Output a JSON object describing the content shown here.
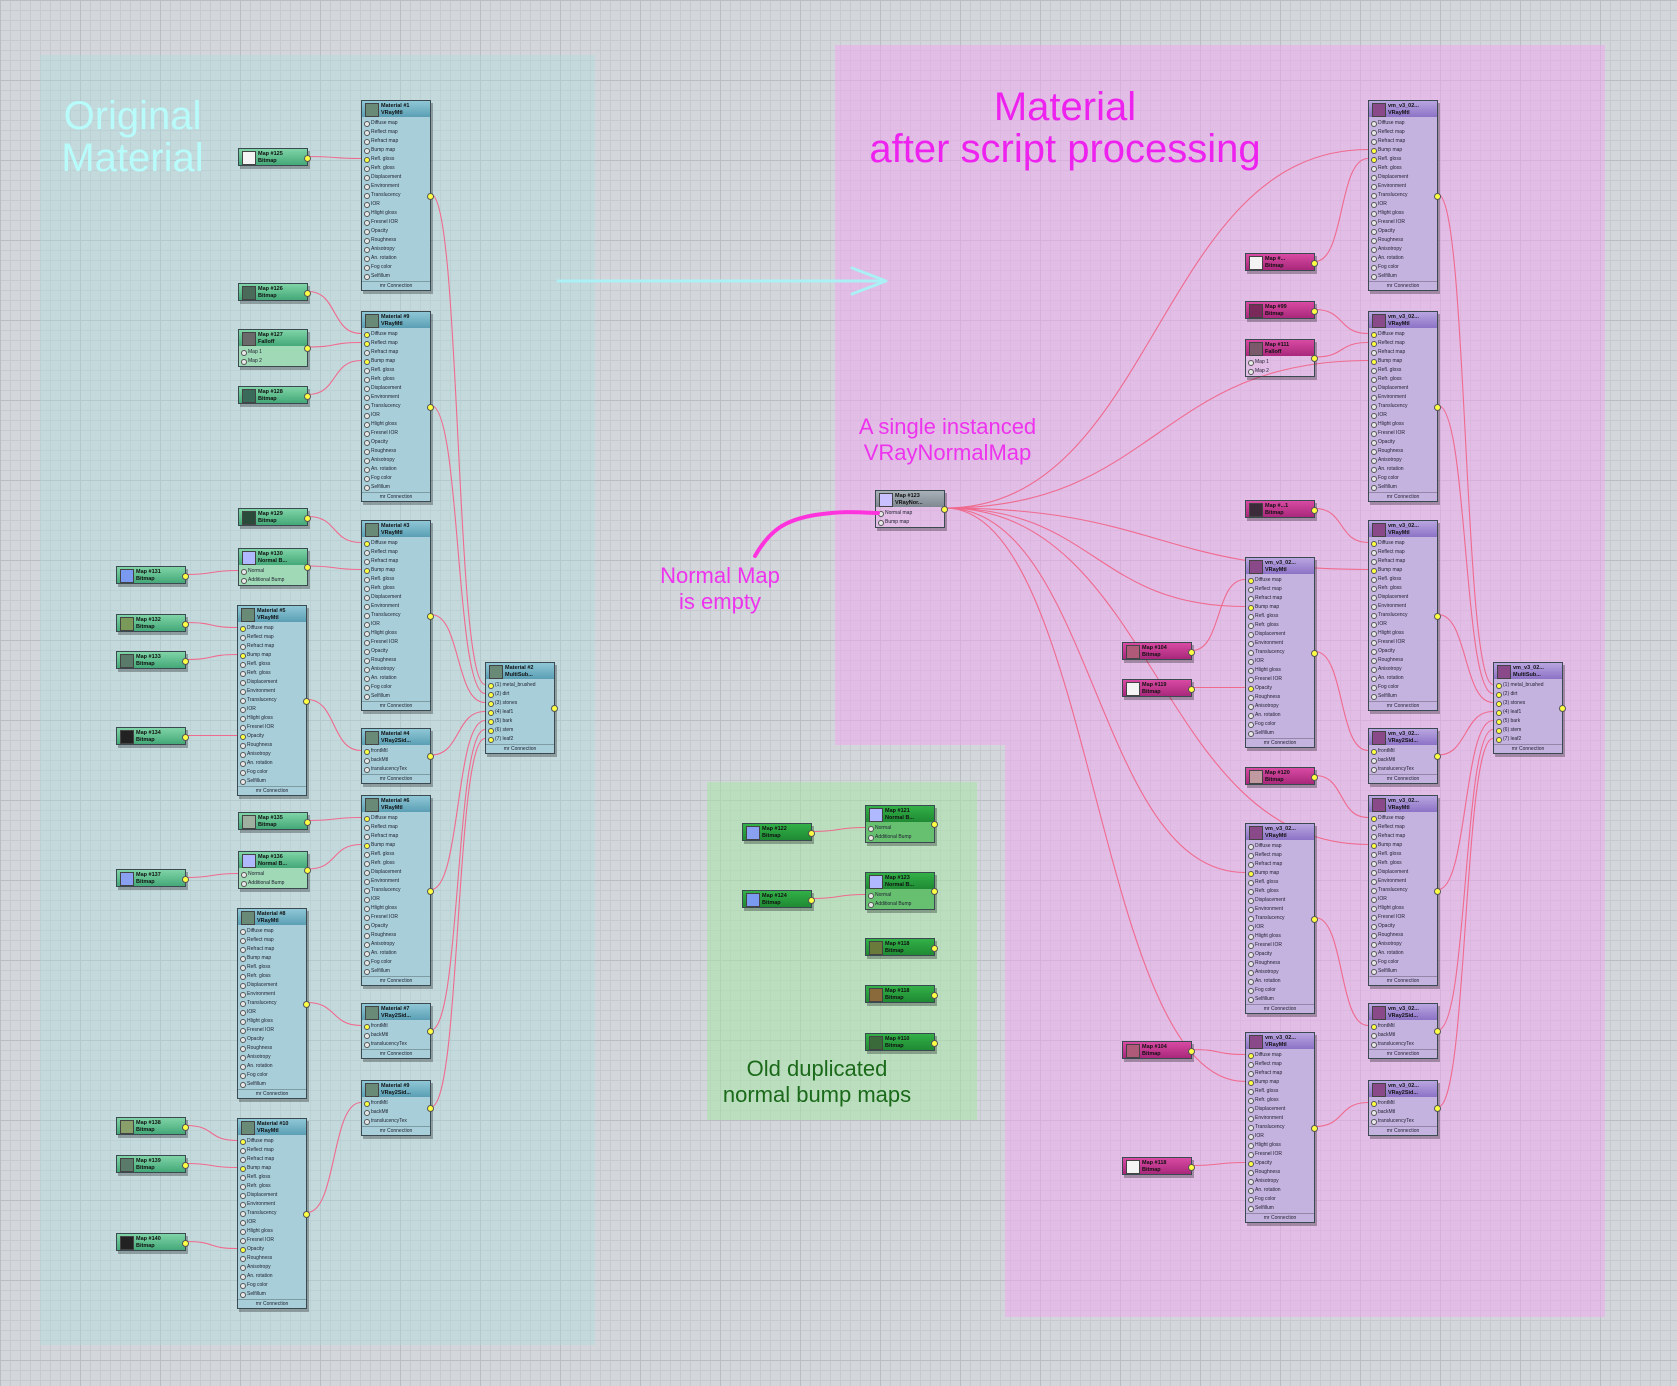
{
  "labels": {
    "original": "Original\nMaterial",
    "processed": "Material\nafter script processing",
    "single_map": "A single instanced\nVRayNormalMap",
    "normal_empty": "Normal Map\nis empty",
    "old_maps": "Old duplicated\nnormal bump maps"
  },
  "vray_slots": [
    "Diffuse map",
    "Reflect map",
    "Refract map",
    "Bump map",
    "Refl. gloss",
    "Refr. gloss",
    "Displacement",
    "Environment",
    "Translucency",
    "IOR",
    "Hlight gloss",
    "Fresnel IOR",
    "Opacity",
    "Roughness",
    "Anisotropy",
    "An. rotation",
    "Fog color",
    "Selfillum"
  ],
  "twosided_slots": [
    "frontMtl",
    "backMtl",
    "translucencyTex"
  ],
  "multi_slots": [
    "(1) metal_brushed",
    "(2) dirt",
    "(3) stones",
    "(4) leaf1",
    "(5) bark",
    "(6) stem",
    "(7) leaf2"
  ],
  "connection_label": "mr Connection",
  "colors": {
    "wire": "#f06a8e",
    "arrow": "#aaf0f4",
    "pink_stroke": "#ff33dd",
    "title_cyan": "#b8fbfb",
    "title_magenta": "#ee22ee",
    "label_green": "#1a6a1a"
  },
  "original_nodes": [
    {
      "type": "vray",
      "theme": "teal",
      "name": "Material #1",
      "cls": "VRayMtl",
      "thumb": "#6a8a78",
      "on": [
        4
      ]
    },
    {
      "type": "vray",
      "theme": "teal",
      "name": "Material #9",
      "cls": "VRayMtl",
      "thumb": "#6a8a78",
      "on": [
        0,
        1,
        3
      ]
    },
    {
      "type": "vray",
      "theme": "teal",
      "name": "Material #3",
      "cls": "VRayMtl",
      "thumb": "#6a8a78",
      "on": [
        0,
        3
      ]
    },
    {
      "type": "vray",
      "theme": "teal",
      "name": "Material #5",
      "cls": "VRayMtl",
      "thumb": "#6a8a78",
      "on": [
        0,
        3,
        12
      ]
    },
    {
      "type": "twosided",
      "theme": "teal",
      "name": "Material #4",
      "cls": "VRay2Sid...",
      "thumb": "#6a8a78",
      "on": [
        0
      ]
    },
    {
      "type": "vray",
      "theme": "teal",
      "name": "Material #6",
      "cls": "VRayMtl",
      "thumb": "#6a8a78",
      "on": [
        0,
        3
      ]
    },
    {
      "type": "vray",
      "theme": "teal",
      "name": "Material #8",
      "cls": "VRayMtl",
      "thumb": "#6a8a78",
      "on": []
    },
    {
      "type": "twosided",
      "theme": "teal",
      "name": "Material #7",
      "cls": "VRay2Sid...",
      "thumb": "#6a8a78",
      "on": [
        0
      ]
    },
    {
      "type": "twosided",
      "theme": "teal",
      "name": "Material #9",
      "cls": "VRay2Sid...",
      "thumb": "#6a8a78",
      "on": [
        0
      ]
    },
    {
      "type": "vray",
      "theme": "teal",
      "name": "Material #10",
      "cls": "VRayMtl",
      "thumb": "#6a8a78",
      "on": [
        0,
        3,
        12
      ]
    },
    {
      "type": "multi",
      "theme": "teal",
      "name": "Material #2",
      "cls": "MultiSub...",
      "thumb": "#6a8a78",
      "on": [
        0,
        1,
        2,
        3,
        4,
        5,
        6
      ]
    },
    {
      "type": "map",
      "theme": "green",
      "name": "Map #125",
      "cls": "Bitmap",
      "thumb": "#f4f4f4"
    },
    {
      "type": "map",
      "theme": "green",
      "name": "Map #126",
      "cls": "Bitmap",
      "thumb": "#4a6a5a"
    },
    {
      "type": "falloff",
      "theme": "green",
      "name": "Map #127",
      "cls": "Falloff",
      "thumb": "#6a6a6a",
      "slots": [
        "Map 1",
        "Map 2"
      ]
    },
    {
      "type": "map",
      "theme": "green",
      "name": "Map #128",
      "cls": "Bitmap",
      "thumb": "#3a6a5a"
    },
    {
      "type": "map",
      "theme": "green",
      "name": "Map #129",
      "cls": "Bitmap",
      "thumb": "#2a4a3a"
    },
    {
      "type": "normal",
      "theme": "green",
      "name": "Map #130",
      "cls": "Normal B...",
      "thumb": "#b0b8ff",
      "slots": [
        "Normal",
        "Additional Bump"
      ]
    },
    {
      "type": "map",
      "theme": "green",
      "name": "Map #131",
      "cls": "Bitmap",
      "thumb": "#7a9af0"
    },
    {
      "type": "map",
      "theme": "green",
      "name": "Map #132",
      "cls": "Bitmap",
      "thumb": "#7a9a5a"
    },
    {
      "type": "map",
      "theme": "green",
      "name": "Map #133",
      "cls": "Bitmap",
      "thumb": "#5a7a6a"
    },
    {
      "type": "map",
      "theme": "green",
      "name": "Map #134",
      "cls": "Bitmap",
      "thumb": "#222222"
    },
    {
      "type": "map",
      "theme": "green",
      "name": "Map #135",
      "cls": "Bitmap",
      "thumb": "#a0b0a0"
    },
    {
      "type": "normal",
      "theme": "green",
      "name": "Map #136",
      "cls": "Normal B...",
      "thumb": "#b0b8ff",
      "slots": [
        "Normal",
        "Additional Bump"
      ]
    },
    {
      "type": "map",
      "theme": "green",
      "name": "Map #137",
      "cls": "Bitmap",
      "thumb": "#8aa0f0"
    },
    {
      "type": "map",
      "theme": "green",
      "name": "Map #138",
      "cls": "Bitmap",
      "thumb": "#8aa06a"
    },
    {
      "type": "map",
      "theme": "green",
      "name": "Map #139",
      "cls": "Bitmap",
      "thumb": "#5a7a6a"
    },
    {
      "type": "map",
      "theme": "green",
      "name": "Map #140",
      "cls": "Bitmap",
      "thumb": "#222222"
    }
  ],
  "processed_nodes": [
    {
      "type": "vray",
      "theme": "violet",
      "name": "vm_v3_02...",
      "cls": "VRayMtl",
      "thumb": "#8a4a8a",
      "on": [
        3,
        4
      ]
    },
    {
      "type": "vray",
      "theme": "violet",
      "name": "vm_v3_02...",
      "cls": "VRayMtl",
      "thumb": "#8a4a8a",
      "on": [
        0,
        1,
        3
      ]
    },
    {
      "type": "vray",
      "theme": "violet",
      "name": "vm_v3_02...",
      "cls": "VRayMtl",
      "thumb": "#8a4a8a",
      "on": [
        0,
        3
      ]
    },
    {
      "type": "vray",
      "theme": "violet",
      "name": "vm_v3_02...",
      "cls": "VRayMtl",
      "thumb": "#8a4a8a",
      "on": [
        0,
        3,
        12
      ]
    },
    {
      "type": "twosided",
      "theme": "violet",
      "name": "vm_v3_02...",
      "cls": "VRay2Sid...",
      "thumb": "#8a4a8a",
      "on": [
        0
      ]
    },
    {
      "type": "vray",
      "theme": "violet",
      "name": "vm_v3_02...",
      "cls": "VRayMtl",
      "thumb": "#8a4a8a",
      "on": [
        0,
        3
      ]
    },
    {
      "type": "vray",
      "theme": "violet",
      "name": "vm_v3_02...",
      "cls": "VRayMtl",
      "thumb": "#8a4a8a",
      "on": [
        3
      ]
    },
    {
      "type": "twosided",
      "theme": "violet",
      "name": "vm_v3_02...",
      "cls": "VRay2Sid...",
      "thumb": "#8a4a8a",
      "on": [
        0
      ]
    },
    {
      "type": "twosided",
      "theme": "violet",
      "name": "vm_v3_02...",
      "cls": "VRay2Sid...",
      "thumb": "#8a4a8a",
      "on": [
        0
      ]
    },
    {
      "type": "vray",
      "theme": "violet",
      "name": "vm_v3_02...",
      "cls": "VRayMtl",
      "thumb": "#8a4a8a",
      "on": [
        0,
        3,
        12
      ]
    },
    {
      "type": "multi",
      "theme": "violet",
      "name": "vm_v3_02...",
      "cls": "MultiSub...",
      "thumb": "#8a4a8a",
      "on": [
        0,
        1,
        2,
        3,
        4,
        5,
        6
      ]
    },
    {
      "type": "map",
      "theme": "magenta",
      "name": "Map #...",
      "cls": "Bitmap",
      "thumb": "#f4f4f4"
    },
    {
      "type": "map",
      "theme": "magenta",
      "name": "Map #99",
      "cls": "Bitmap",
      "thumb": "#7a2a5a"
    },
    {
      "type": "falloff",
      "theme": "magenta",
      "name": "Map #111",
      "cls": "Falloff",
      "thumb": "#7a5a6a",
      "slots": [
        "Map 1",
        "Map 2"
      ]
    },
    {
      "type": "map",
      "theme": "magenta",
      "name": "Map #...1",
      "cls": "Bitmap",
      "thumb": "#3a2a3a"
    },
    {
      "type": "map",
      "theme": "magenta",
      "name": "Map #104",
      "cls": "Bitmap",
      "thumb": "#b05a7a"
    },
    {
      "type": "map",
      "theme": "magenta",
      "name": "Map #119",
      "cls": "Bitmap",
      "thumb": "#f4f4f4"
    },
    {
      "type": "map",
      "theme": "magenta",
      "name": "Map #120",
      "cls": "Bitmap",
      "thumb": "#c09aa0"
    },
    {
      "type": "map",
      "theme": "magenta",
      "name": "Map #104",
      "cls": "Bitmap",
      "thumb": "#b05a7a"
    },
    {
      "type": "map",
      "theme": "magenta",
      "name": "Map #118",
      "cls": "Bitmap",
      "thumb": "#f4f4f4"
    },
    {
      "type": "normal",
      "theme": "gray",
      "name": "Map #123",
      "cls": "VRayNor...",
      "thumb": "#c8c0ff",
      "slots": [
        "Normal map",
        "Bump map"
      ]
    }
  ],
  "old_nodes": [
    {
      "type": "map",
      "theme": "dkgreen",
      "name": "Map #122",
      "cls": "Bitmap",
      "thumb": "#8aa0f0"
    },
    {
      "type": "normal",
      "theme": "dkgreen",
      "name": "Map #121",
      "cls": "Normal B...",
      "thumb": "#b0b8ff",
      "slots": [
        "Normal",
        "Additional Bump"
      ]
    },
    {
      "type": "map",
      "theme": "dkgreen",
      "name": "Map #124",
      "cls": "Bitmap",
      "thumb": "#7a9af0"
    },
    {
      "type": "normal",
      "theme": "dkgreen",
      "name": "Map #123",
      "cls": "Normal B...",
      "thumb": "#b0b8ff",
      "slots": [
        "Normal",
        "Additional Bump"
      ]
    },
    {
      "type": "map",
      "theme": "dkgreen",
      "name": "Map #118",
      "cls": "Bitmap",
      "thumb": "#6a7a3a"
    },
    {
      "type": "map",
      "theme": "dkgreen",
      "name": "Map #118",
      "cls": "Bitmap",
      "thumb": "#8a6a3a"
    },
    {
      "type": "map",
      "theme": "dkgreen",
      "name": "Map #110",
      "cls": "Bitmap",
      "thumb": "#3a6a3a"
    }
  ]
}
